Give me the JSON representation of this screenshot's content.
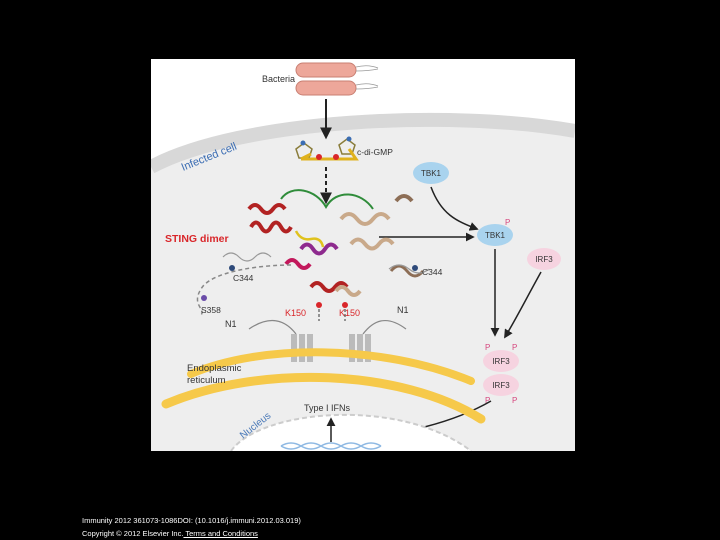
{
  "figure": {
    "labels": {
      "bacteria": "Bacteria",
      "infected_cell": "Infected cell",
      "cdigmp": "c-di-GMP",
      "tbk1_free": "TBK1",
      "tbk1_phos": "TBK1",
      "irf3_free": "IRF3",
      "irf3_dimer_a": "IRF3",
      "irf3_dimer_b": "IRF3",
      "sting_dimer": "STING dimer",
      "c344_left": "C344",
      "c344_right": "C344",
      "s358": "S358",
      "k150_left": "K150",
      "k150_right": "K150",
      "n1_left": "N1",
      "n1_right": "N1",
      "er_line1": "Endoplasmic",
      "er_line2": "reticulum",
      "nucleus": "Nucleus",
      "type1_ifns": "Type I IFNs",
      "phospho": "P"
    },
    "colors": {
      "sting_label": "#d9262a",
      "k150": "#d9262a",
      "tbk1_fill": "#a9d3ee",
      "irf3_fill": "#f6d3e0",
      "phospho": "#d6487f",
      "bacteria_fill": "#eda79a",
      "er": "#f6c94a",
      "cell_membrane": "#e8e8e8",
      "nucleus_text": "#4a79b8"
    }
  },
  "citation": {
    "line1": "Immunity 2012 361073-1086DOI: (10.1016/j.immuni.2012.03.019)",
    "line2_prefix": "Copyright © 2012 Elsevier Inc.",
    "line2_link": " Terms and Conditions"
  }
}
